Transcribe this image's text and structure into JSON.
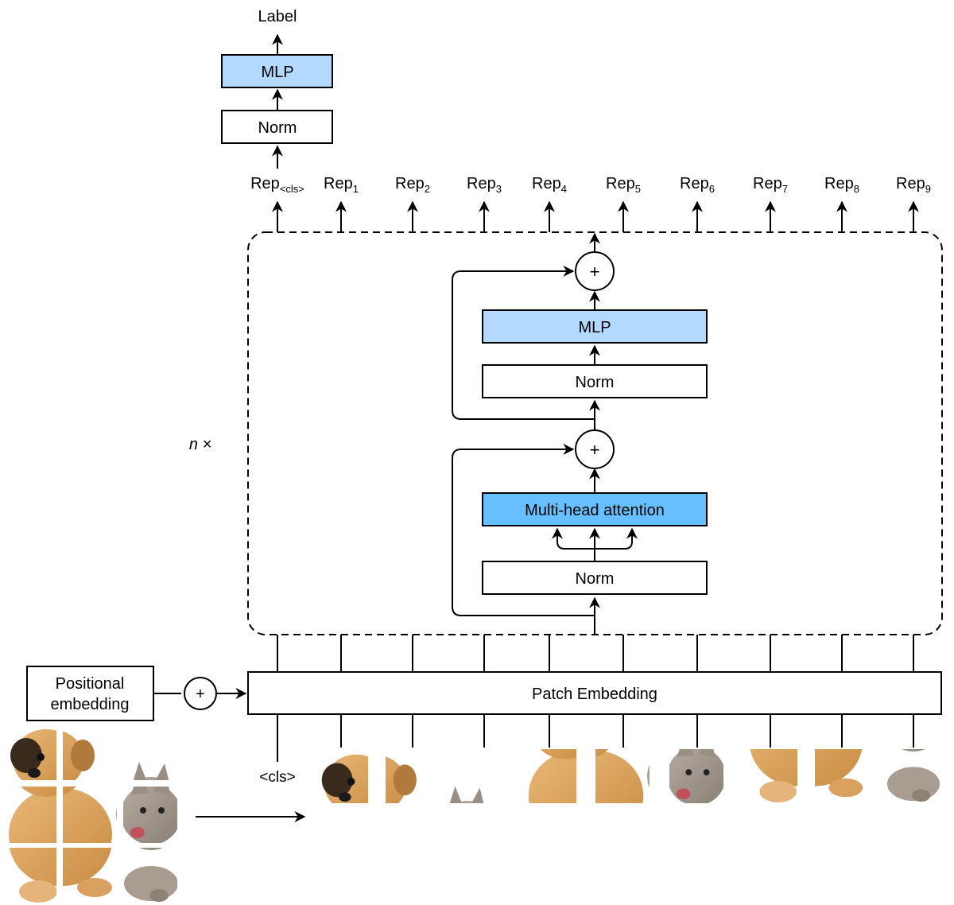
{
  "head": {
    "label": "Label",
    "mlp": "MLP",
    "norm": "Norm"
  },
  "reps": [
    {
      "base": "Rep",
      "sub": "<cls>"
    },
    {
      "base": "Rep",
      "sub": "1"
    },
    {
      "base": "Rep",
      "sub": "2"
    },
    {
      "base": "Rep",
      "sub": "3"
    },
    {
      "base": "Rep",
      "sub": "4"
    },
    {
      "base": "Rep",
      "sub": "5"
    },
    {
      "base": "Rep",
      "sub": "6"
    },
    {
      "base": "Rep",
      "sub": "7"
    },
    {
      "base": "Rep",
      "sub": "8"
    },
    {
      "base": "Rep",
      "sub": "9"
    }
  ],
  "encoder": {
    "repeat": "n ×",
    "mlp": "MLP",
    "norm_top": "Norm",
    "attention": "Multi-head attention",
    "norm_bottom": "Norm",
    "plus": "+"
  },
  "embedding": {
    "positional_line1": "Positional",
    "positional_line2": "embedding",
    "patch": "Patch Embedding",
    "plus": "+",
    "cls": "<cls>"
  },
  "image": {
    "subject": "puppy and kitten photo split into 9 patches"
  },
  "colors": {
    "mlp": "#b3d9ff",
    "attention": "#66bfff",
    "stroke": "#000000",
    "puppy": "#d9a060",
    "kitten": "#9a8f84"
  }
}
